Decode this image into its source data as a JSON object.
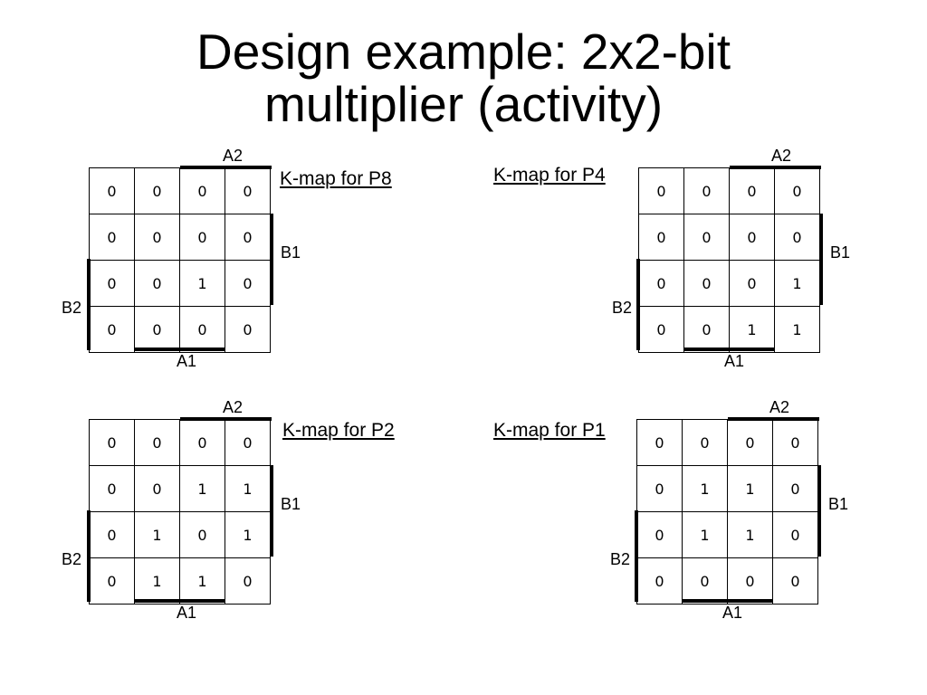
{
  "title": {
    "line1": "Design example: 2x2-bit",
    "line2": "multiplier (activity)"
  },
  "kmaps": [
    {
      "title": "K-map for P8",
      "label_a2": "A2",
      "label_b1": "B1",
      "label_b2": "B2",
      "label_a1": "A1",
      "cells": [
        [
          "0",
          "0",
          "0",
          "0"
        ],
        [
          "0",
          "0",
          "0",
          "0"
        ],
        [
          "0",
          "0",
          "1",
          "0"
        ],
        [
          "0",
          "0",
          "0",
          "0"
        ]
      ]
    },
    {
      "title": "K-map for P4",
      "label_a2": "A2",
      "label_b1": "B1",
      "label_b2": "B2",
      "label_a1": "A1",
      "cells": [
        [
          "0",
          "0",
          "0",
          "0"
        ],
        [
          "0",
          "0",
          "0",
          "0"
        ],
        [
          "0",
          "0",
          "0",
          "1"
        ],
        [
          "0",
          "0",
          "1",
          "1"
        ]
      ]
    },
    {
      "title": "K-map for P2",
      "label_a2": "A2",
      "label_b1": "B1",
      "label_b2": "B2",
      "label_a1": "A1",
      "cells": [
        [
          "0",
          "0",
          "0",
          "0"
        ],
        [
          "0",
          "0",
          "1",
          "1"
        ],
        [
          "0",
          "1",
          "0",
          "1"
        ],
        [
          "0",
          "1",
          "1",
          "0"
        ]
      ]
    },
    {
      "title": "K-map for P1",
      "label_a2": "A2",
      "label_b1": "B1",
      "label_b2": "B2",
      "label_a1": "A1",
      "cells": [
        [
          "0",
          "0",
          "0",
          "0"
        ],
        [
          "0",
          "1",
          "1",
          "0"
        ],
        [
          "0",
          "1",
          "1",
          "0"
        ],
        [
          "0",
          "0",
          "0",
          "0"
        ]
      ]
    }
  ]
}
